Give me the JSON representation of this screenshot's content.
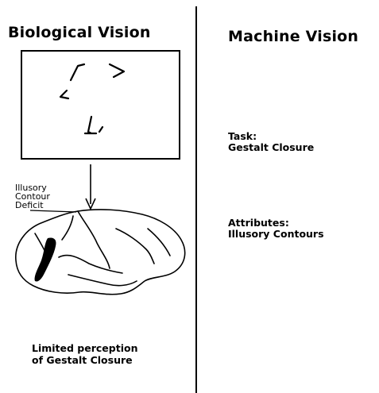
{
  "left_panel": {
    "title": "Biological Vision",
    "deficit_label": [
      "Illusory",
      "Contour",
      "Deficit"
    ],
    "caption_line1": "Limited perception",
    "caption_line2": "of Gestalt Closure"
  },
  "right_panel": {
    "title": "Machine Vision",
    "task_label": "Task:",
    "task_value": "Gestalt Closure",
    "attributes_label": "Attributes:",
    "attributes_value": "Illusory Contours"
  },
  "colors": {
    "ink": "#000000",
    "background": "#ffffff"
  }
}
